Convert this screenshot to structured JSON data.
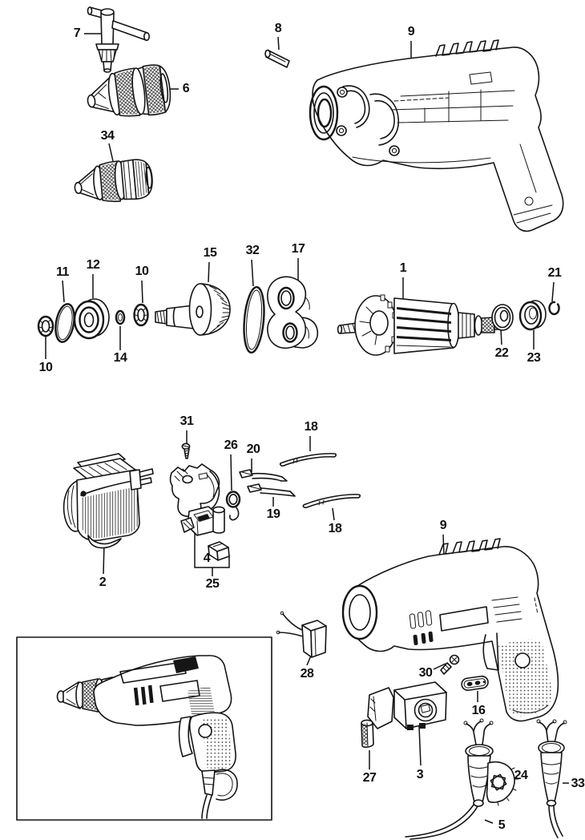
{
  "callouts": [
    {
      "label": "7",
      "part": "chuck-key"
    },
    {
      "label": "6",
      "part": "keyed-chuck"
    },
    {
      "label": "34",
      "part": "chuck"
    },
    {
      "label": "8",
      "part": "pin"
    },
    {
      "label": "9",
      "part": "housing-inner-half"
    },
    {
      "label": "11",
      "part": "washer"
    },
    {
      "label": "12",
      "part": "ball-bearing"
    },
    {
      "label": "10",
      "part": "retaining-ring"
    },
    {
      "label": "14",
      "part": "o-ring"
    },
    {
      "label": "10",
      "part": "retaining-ring"
    },
    {
      "label": "15",
      "part": "gear-spindle"
    },
    {
      "label": "32",
      "part": "o-ring-belt"
    },
    {
      "label": "17",
      "part": "bearing-retainer-plate"
    },
    {
      "label": "1",
      "part": "armature"
    },
    {
      "label": "21",
      "part": "clip"
    },
    {
      "label": "22",
      "part": "bearing"
    },
    {
      "label": "23",
      "part": "bearing"
    },
    {
      "label": "31",
      "part": "screw"
    },
    {
      "label": "26",
      "part": "brush-cap"
    },
    {
      "label": "20",
      "part": "contact-spring"
    },
    {
      "label": "18",
      "part": "brush-spring-strip"
    },
    {
      "label": "19",
      "part": "contact-spring"
    },
    {
      "label": "18",
      "part": "brush-spring-strip"
    },
    {
      "label": "2",
      "part": "field-stator"
    },
    {
      "label": "4",
      "part": "carbon-brush"
    },
    {
      "label": "25",
      "part": "brush-holder-assembly"
    },
    {
      "label": "9",
      "part": "housing-outer-half"
    },
    {
      "label": "28",
      "part": "capacitor"
    },
    {
      "label": "30",
      "part": "screw"
    },
    {
      "label": "16",
      "part": "button-plate"
    },
    {
      "label": "27",
      "part": "spacer"
    },
    {
      "label": "3",
      "part": "switch"
    },
    {
      "label": "24",
      "part": "cord-protector-with-clamp"
    },
    {
      "label": "5",
      "part": "power-cord"
    },
    {
      "label": "33",
      "part": "cord-protector"
    }
  ]
}
